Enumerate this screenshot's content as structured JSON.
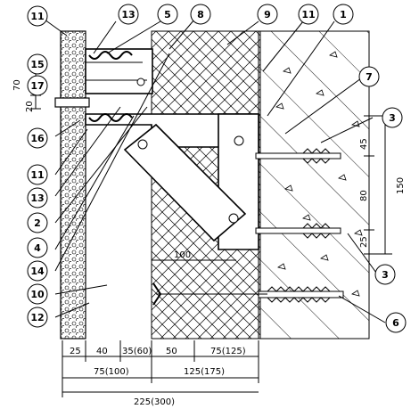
{
  "callouts": [
    "11",
    "13",
    "5",
    "8",
    "9",
    "11",
    "1",
    "7",
    "15",
    "17",
    "16",
    "11",
    "13",
    "2",
    "4",
    "14",
    "10",
    "12",
    "3",
    "3",
    "6"
  ],
  "vertical_dims_left": [
    "70",
    "20"
  ],
  "vertical_dims_right": [
    "45",
    "80",
    "25",
    "150"
  ],
  "inline_dim": "100",
  "bottom_dims_row1": [
    "25",
    "40",
    "35(60)",
    "50",
    "75(125)"
  ],
  "bottom_dims_row2": [
    "75(100)",
    "125(175)"
  ],
  "bottom_dims_row3": [
    "225(300)"
  ]
}
